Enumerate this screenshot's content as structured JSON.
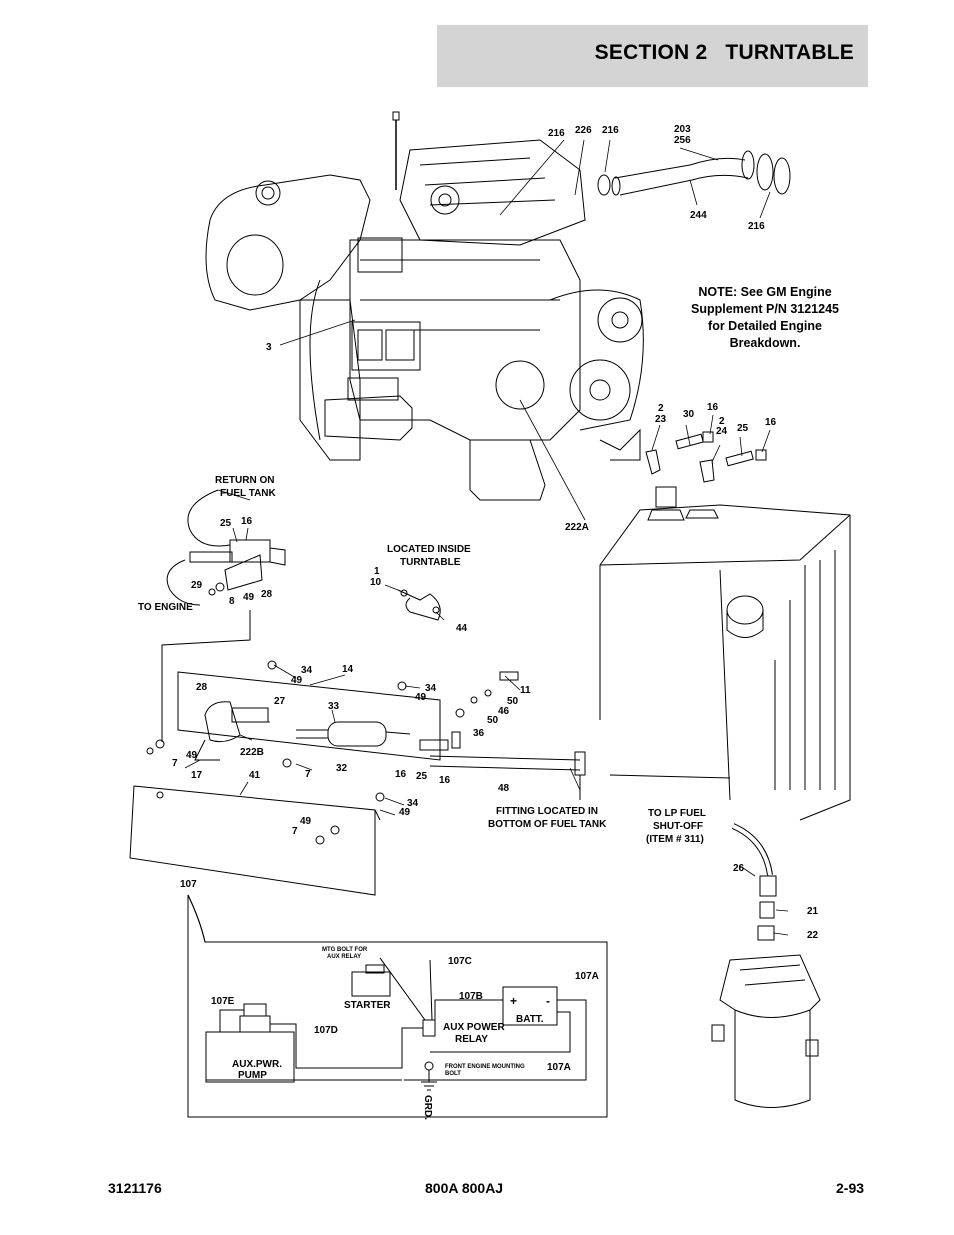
{
  "header": {
    "title": "SECTION 2   TURNTABLE"
  },
  "note": {
    "lines": [
      "NOTE:  See GM Engine",
      "Supplement P/N 3121245",
      "for Detailed Engine",
      "Breakdown."
    ]
  },
  "callouts": {
    "c216a": "216",
    "c226": "226",
    "c216b": "216",
    "c203": "203",
    "c256": "256",
    "c244": "244",
    "c216c": "216",
    "c3": "3",
    "c2a": "2",
    "c23": "23",
    "c30": "30",
    "c16a": "16",
    "c2b": "2",
    "c24": "24",
    "c25a": "25",
    "c16b": "16",
    "c222a": "222A",
    "return_on": "RETURN ON",
    "fuel_tank": "FUEL TANK",
    "c25b": "25",
    "c16c": "16",
    "c29": "29",
    "to_engine": "TO ENGINE",
    "c8": "8",
    "c49a": "49",
    "c28a": "28",
    "located_inside": "LOCATED INSIDE",
    "turntable": "TURNTABLE",
    "c1": "1",
    "c10": "10",
    "c44": "44",
    "c34a": "34",
    "c49b": "49",
    "c14": "14",
    "c34b": "34",
    "c49c": "49",
    "c28b": "28",
    "c27": "27",
    "c33": "33",
    "c11": "11",
    "c50a": "50",
    "c46": "46",
    "c50b": "50",
    "c36": "36",
    "c7a": "7",
    "c49d": "49",
    "c222b": "222B",
    "c17": "17",
    "c7b": "7",
    "c32": "32",
    "c16d": "16",
    "c25c": "25",
    "c16e": "16",
    "c41": "41",
    "c48": "48",
    "fitting1": "FITTING LOCATED IN",
    "fitting2": "BOTTOM OF FUEL TANK",
    "c34c": "34",
    "c49e": "49",
    "c49f": "49",
    "c7c": "7",
    "tolp1": "TO LP FUEL",
    "tolp2": "SHUT-OFF",
    "tolp3": "(ITEM # 311)",
    "c26": "26",
    "c21": "21",
    "c22": "22",
    "c107": "107"
  },
  "wiring": {
    "mtg1": "MTG BOLT FOR",
    "mtg2": "AUX RELAY",
    "c107c": "107C",
    "starter": "STARTER",
    "c107b": "107B",
    "c107a_top": "107A",
    "plus": "+",
    "minus": "-",
    "batt": "BATT.",
    "c107e": "107E",
    "c107d": "107D",
    "aux_power": "AUX POWER",
    "relay": "RELAY",
    "aux_pump1": "AUX.PWR.",
    "aux_pump2": "PUMP",
    "front1": "FRONT ENGINE MOUNTING",
    "front2": "BOLT",
    "c107a_bot": "107A",
    "grd": "GRD."
  },
  "footer": {
    "left": "3121176",
    "center": "800A 800AJ",
    "right": "2-93"
  }
}
